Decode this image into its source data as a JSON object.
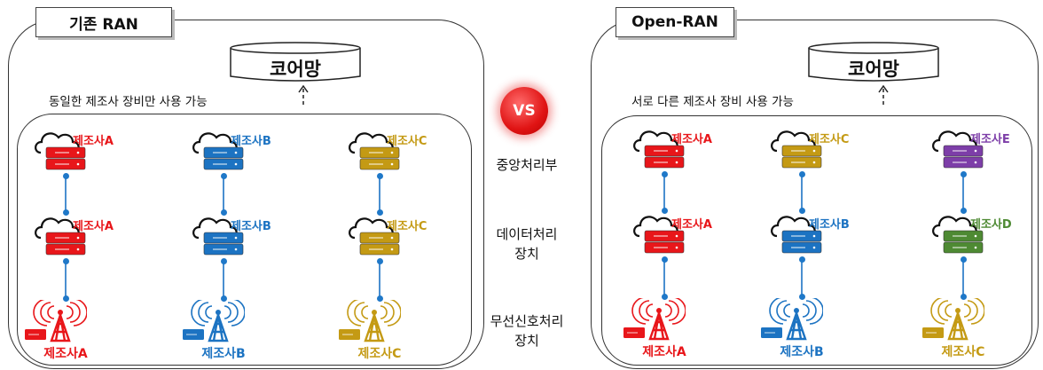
{
  "colors": {
    "A": "#e8161a",
    "B": "#1c73c2",
    "C": "#c49a14",
    "D": "#4e8a33",
    "E": "#7d3ea8",
    "connector": "#1f78c8"
  },
  "left": {
    "title": "기존 RAN",
    "core": "코어망",
    "note": "동일한 제조사 장비만 사용 가능",
    "columns": [
      {
        "vendors": [
          "제조사A",
          "제조사A",
          "제조사A"
        ],
        "color_keys": [
          "A",
          "A",
          "A"
        ]
      },
      {
        "vendors": [
          "제조사B",
          "제조사B",
          "제조사B"
        ],
        "color_keys": [
          "B",
          "B",
          "B"
        ]
      },
      {
        "vendors": [
          "제조사C",
          "제조사C",
          "제조사C"
        ],
        "color_keys": [
          "C",
          "C",
          "C"
        ]
      }
    ]
  },
  "center": {
    "vs": "VS",
    "categories": [
      "중앙처리부",
      "데이터처리\n장치",
      "무선신호처리\n장치"
    ]
  },
  "right": {
    "title": "Open-RAN",
    "core": "코어망",
    "note": "서로 다른 제조사 장비 사용 가능",
    "columns": [
      {
        "vendors": [
          "제조사A",
          "제조사A",
          "제조사A"
        ],
        "color_keys": [
          "A",
          "A",
          "A"
        ]
      },
      {
        "vendors": [
          "제조사C",
          "제조사B",
          "제조사B"
        ],
        "color_keys": [
          "C",
          "B",
          "B"
        ]
      },
      {
        "vendors": [
          "제조사E",
          "제조사D",
          "제조사C"
        ],
        "color_keys": [
          "E",
          "D",
          "C"
        ]
      }
    ]
  }
}
